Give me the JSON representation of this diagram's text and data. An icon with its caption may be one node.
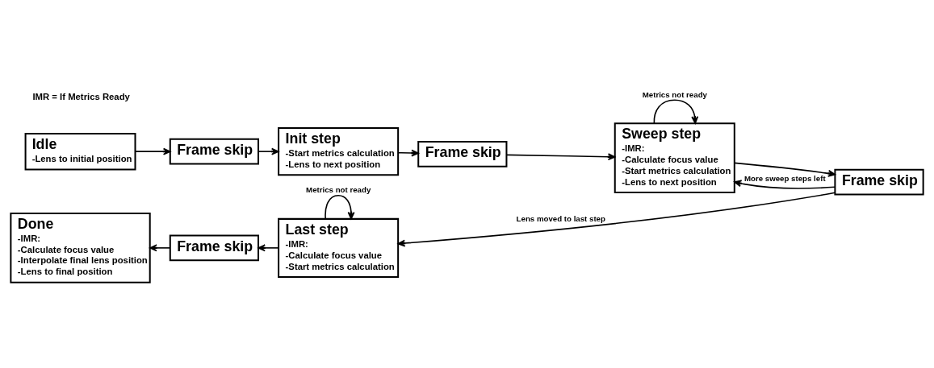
{
  "diagram": {
    "nodes": [
      {
        "text": [
          "Idle",
          "-Lens to initial position"
        ]
      },
      {
        "text": [
          "Frame skip"
        ]
      },
      {
        "text": [
          "Init step",
          "-Start metrics calculation",
          "-Lens to next position"
        ]
      },
      {
        "text": [
          "Frame skip"
        ]
      },
      {
        "text": [
          "Sweep step",
          "-IMR:",
          "-Calculate focus value",
          "-Start metrics calculation",
          "-Lens to next position"
        ]
      },
      {
        "text": [
          "Frame skip"
        ]
      },
      {
        "text": [
          "Last step",
          "-IMR:",
          "-Calculate focus value",
          "-Start metrics calculation"
        ]
      },
      {
        "text": [
          "Frame skip"
        ]
      },
      {
        "text": [
          "Done",
          "-IMR:",
          "-Calculate focus value",
          "-Interpolate final lens position",
          "-Lens to final position"
        ]
      }
    ],
    "edges": [
      {
        "from": 0,
        "to": 1,
        "arrow": "to"
      },
      {
        "from": 1,
        "to": 2,
        "arrow": "to"
      },
      {
        "from": 2,
        "to": 3,
        "arrow": "to"
      },
      {
        "from": 3,
        "to": 4,
        "arrow": "to"
      },
      {
        "from": 4,
        "to": 4,
        "arrow": "to",
        "label": "Metrics not ready"
      },
      {
        "from": 4,
        "to": 5,
        "arrow": "to"
      },
      {
        "from": 5,
        "to": 4,
        "arrow": "to",
        "label": "More sweep steps left"
      },
      {
        "from": 5,
        "to": 6,
        "arrow": "to",
        "label": "Lens moved to last step"
      },
      {
        "from": 6,
        "to": 6,
        "arrow": "to",
        "label": "Metrics not ready"
      },
      {
        "from": 6,
        "to": 7,
        "arrow": "to"
      },
      {
        "from": 7,
        "to": 8,
        "arrow": "to"
      }
    ],
    "labels": [
      "IMR = If Metrics Ready"
    ]
  }
}
